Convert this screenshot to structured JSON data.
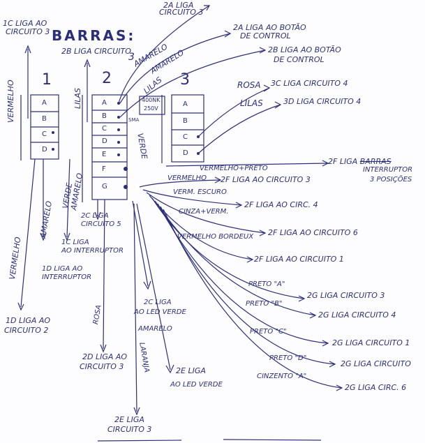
{
  "title": "BARRAS:",
  "bars": [
    {
      "number": "1",
      "cells": [
        "A",
        "B",
        "C",
        "D"
      ]
    },
    {
      "number": "2",
      "cells": [
        "A",
        "B",
        "C",
        "D",
        "E",
        "F",
        "G"
      ]
    },
    {
      "number": "3",
      "cells": [
        "A",
        "B",
        "C",
        "D"
      ]
    }
  ],
  "component": {
    "line1": "400NK",
    "line2": "250V",
    "small": "SMA"
  },
  "labels": {
    "l_1c": "1C LIGA AO",
    "l_1c2": "CIRCUITO 3",
    "l_2a_top": "2A LIGA",
    "l_2a_top2": "CIRCUITO 3",
    "l_2a_bot": "2A LIGA AO BOTÃO",
    "l_2a_bot2": "DE CONTROL",
    "l_2b": "2B LIGA CIRCUITO",
    "l_2b3": "3",
    "l_2b_btn": "2B LIGA AO BOTÃO",
    "l_2b_btn2": "DE CONTROL",
    "l_amarelo1": "AMARELO",
    "l_amarelo2": "AMARELO",
    "l_lilas1": "LILAS",
    "l_lilas2": "LILAS",
    "l_rosa": "ROSA",
    "l_3c": "3C LIGA CIRCUITO 4",
    "l_lilas3": "LILAS",
    "l_3d": "3D LIGA CIRCUITO 4",
    "l_vermelho_left": "VERMELHO",
    "l_verde1": "VERDE",
    "l_verde2": "VERDE",
    "l_amarelo3": "AMARELO",
    "l_amarelo4": "AMARELO",
    "l_vermelho_preto": "VERMELHO+PRETO",
    "l_2f_interr": "2F LIGA",
    "l_2f_interr_strike": "BARRAS",
    "l_2f_interr2": "INTERRUPTOR",
    "l_2f_interr3": "3 POSIÇÕES",
    "l_vermelho2": "VERMELHO",
    "l_2f_c3": "2F LIGA AO CIRCUITO 3",
    "l_verm_escuro": "VERM. ESCURO",
    "l_2f_c4": "2F LIGA AO CIRC. 4",
    "l_cinza_verm": "CINZA+VERM.",
    "l_2f_c6": "2F LIGA AO CIRCUITO 6",
    "l_verm_bordeux": "VERMELHO BORDEUX",
    "l_2f_c1": "2F LIGA AO CIRCUITO 1",
    "l_2c_c5": "2C LIGA",
    "l_2c_c5b": "CIRCUITO 5",
    "l_ic_interr": "1C LIGA",
    "l_ic_interr2": "AO INTERRUPTOR",
    "l_1d_interr": "1D LIGA AO",
    "l_1d_interr2": "INTERRUPTOR",
    "l_vermelho3": "VERMELHO",
    "l_1d_c2": "1D LIGA AO",
    "l_1d_c2b": "CIRCUITO 2",
    "l_preto_a": "PRETO \"A\"",
    "l_2g_c3": "2G LIGA CIRCUITO 3",
    "l_preto_b": "PRETO \"B\"",
    "l_2g_c4": "2G LIGA CIRCUITO 4",
    "l_preto_c": "PRETO \"C\"",
    "l_2g_c1": "2G LIGA CIRCUITO 1",
    "l_preto_d": "PRETO \"D\"",
    "l_2g_cx": "2G LIGA CIRCUITO",
    "l_cinzento_a": "CINZENTO \"A\"",
    "l_2g_c6": "2G LIGA CIRC. 6",
    "l_rosa2": "ROSA",
    "l_2c_led": "2C LIGA",
    "l_2c_led2": "AO LED VERDE",
    "l_amarelo5": "AMARELO",
    "l_2d_c3": "2D LIGA AO",
    "l_2d_c3b": "CIRCUITO 3",
    "l_laranja": "LARANJA",
    "l_2e_led": "2E LIGA",
    "l_2e_led2": "AO LED VERDE",
    "l_2e_c3": "2E LIGA",
    "l_2e_c3b": "CIRCUITO 3"
  }
}
